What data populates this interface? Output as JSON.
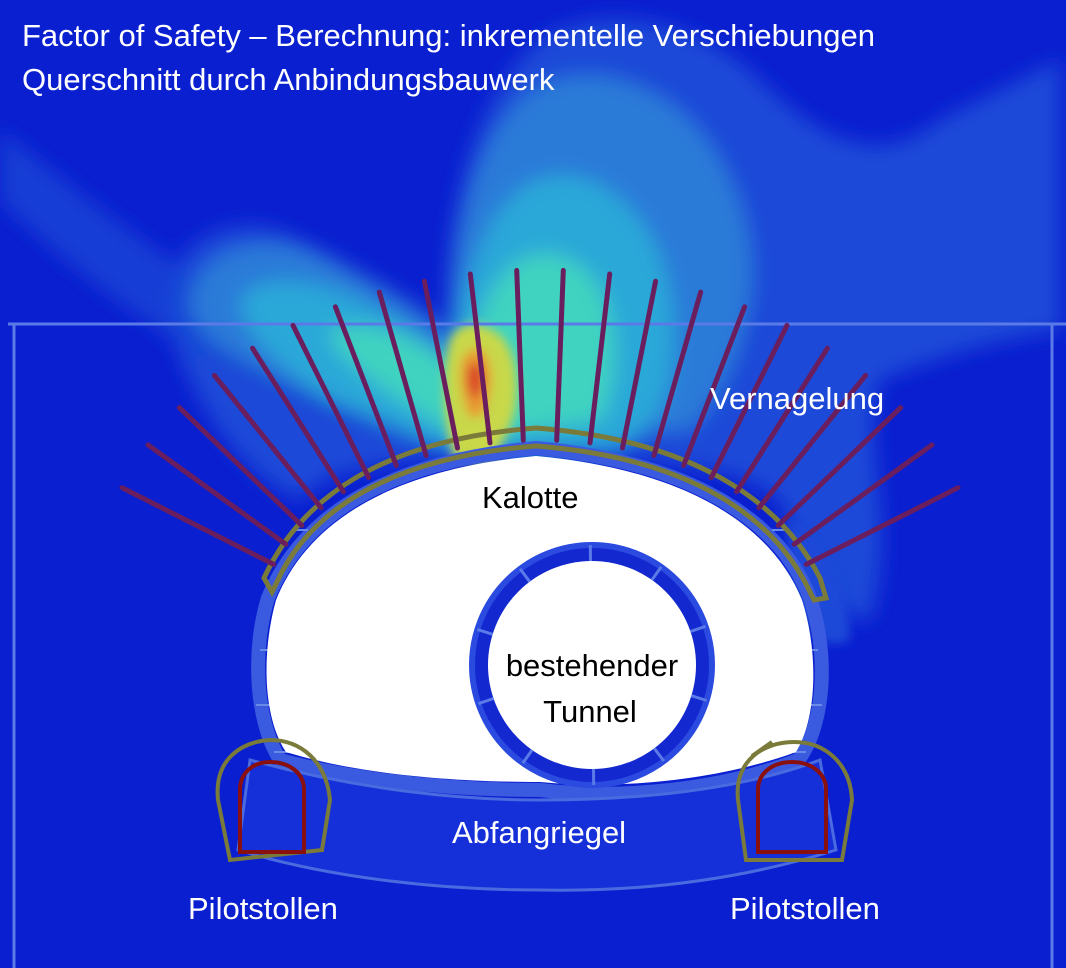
{
  "title": {
    "line1": "Factor of Safety – Berechnung: inkrementelle Verschiebungen",
    "line2": "Querschnitt durch Anbindungsbauwerk"
  },
  "labels": {
    "vernagelung": "Vernagelung",
    "kalotte": "Kalotte",
    "tunnel_line1": "bestehender",
    "tunnel_line2": "Tunnel",
    "abfangriegel": "Abfangriegel",
    "pilotstollen_left": "Pilotstollen",
    "pilotstollen_right": "Pilotstollen"
  },
  "colors": {
    "background": "#0a1fd0",
    "contour_low": "#1f5fd8",
    "contour_mid": "#2aa8d8",
    "contour_high": "#3fd3c0",
    "contour_peak_yellow": "#c8d84a",
    "contour_peak_red": "#d8432a",
    "nail": "#6a1e5e",
    "shotcrete": "#7a7a3a",
    "lining": "#2030d8",
    "pilot_inner": "#8a1010"
  },
  "nails": {
    "count": 22
  }
}
